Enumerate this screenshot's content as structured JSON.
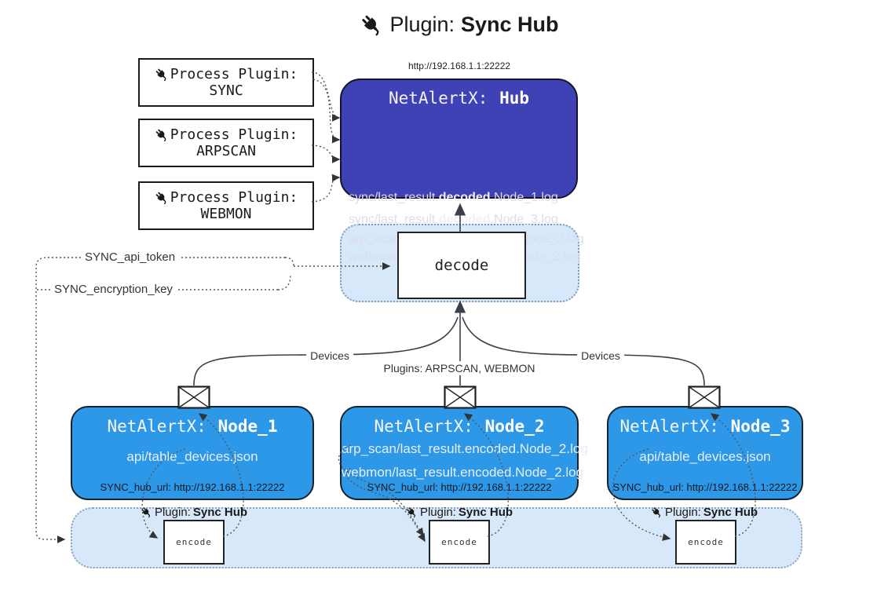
{
  "title": {
    "prefix": "Plugin:",
    "name": "Sync Hub"
  },
  "hub": {
    "url": "http://192.168.1.1:22222",
    "name_prefix": "NetAlertX:",
    "name": "Hub",
    "logs": [
      {
        "pre": "sync/last_result.",
        "bold": "decoded",
        "post": ".Node_1.log"
      },
      {
        "pre": "sync/last_result.",
        "bold": "decoded",
        "post": ".Node_3.log"
      },
      {
        "pre": "arp_scan/last_result.",
        "bold": "decoded",
        "post": ".Node_2.log"
      },
      {
        "pre": "webmon/last_result.",
        "bold": "decoded",
        "post": ".Node_2.log"
      }
    ]
  },
  "process_plugins": [
    {
      "label": "Process Plugin:",
      "name": "SYNC"
    },
    {
      "label": "Process Plugin:",
      "name": "ARPSCAN"
    },
    {
      "label": "Process Plugin:",
      "name": "WEBMON"
    }
  ],
  "settings": {
    "api_token": "SYNC_api_token",
    "encryption_key": "SYNC_encryption_key"
  },
  "decode": {
    "label": "decode"
  },
  "encode": {
    "label": "encode"
  },
  "plugin_badge": {
    "prefix": "Plugin:",
    "name": "Sync Hub"
  },
  "edges": {
    "devices_left": "Devices",
    "plugins_center": "Plugins: ARPSCAN, WEBMON",
    "devices_right": "Devices"
  },
  "nodes": [
    {
      "name_prefix": "NetAlertX:",
      "name": "Node_1",
      "files": [
        "api/table_devices.json"
      ],
      "hub_url": "SYNC_hub_url: http://192.168.1.1:22222"
    },
    {
      "name_prefix": "NetAlertX:",
      "name": "Node_2",
      "files": [
        "arp_scan/last_result.encoded.Node_2.log",
        "webmon/last_result.encoded.Node_2.log"
      ],
      "hub_url": "SYNC_hub_url: http://192.168.1.1:22222"
    },
    {
      "name_prefix": "NetAlertX:",
      "name": "Node_3",
      "files": [
        "api/table_devices.json"
      ],
      "hub_url": "SYNC_hub_url: http://192.168.1.1:22222"
    }
  ],
  "colors": {
    "hub_fill": "#3E42B4",
    "node_fill": "#2D97E8",
    "container_fill": "#D6E8F9",
    "box_border": "#1A1A1A",
    "light_text": "#ECECEC"
  }
}
